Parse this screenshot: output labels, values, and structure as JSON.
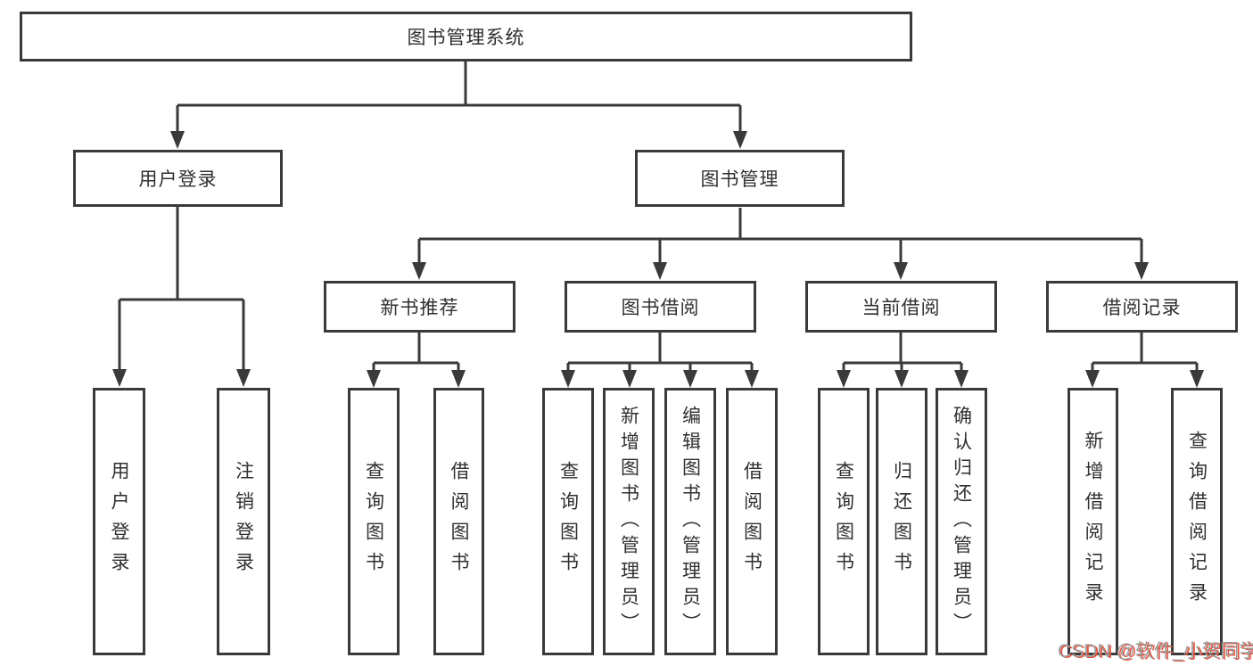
{
  "tree": {
    "label": "图书管理系统",
    "children": [
      {
        "label": "用户登录",
        "children": [
          {
            "label": "用户登录"
          },
          {
            "label": "注销登录"
          }
        ]
      },
      {
        "label": "图书管理",
        "children": [
          {
            "label": "新书推荐",
            "children": [
              {
                "label": "查询图书"
              },
              {
                "label": "借阅图书"
              }
            ]
          },
          {
            "label": "图书借阅",
            "children": [
              {
                "label": "查询图书"
              },
              {
                "label": "新增图书（管理员）"
              },
              {
                "label": "编辑图书（管理员）"
              },
              {
                "label": "借阅图书"
              }
            ]
          },
          {
            "label": "当前借阅",
            "children": [
              {
                "label": "查询图书"
              },
              {
                "label": "归还图书"
              },
              {
                "label": "确认归还（管理员）"
              }
            ]
          },
          {
            "label": "借阅记录",
            "children": [
              {
                "label": "新增借阅记录"
              },
              {
                "label": "查询借阅记录"
              }
            ]
          }
        ]
      }
    ]
  },
  "watermark": {
    "text": "CSDN @软件_小贺同学"
  },
  "colors": {
    "line": "#3a3a3a",
    "box_border": "#3a3a3a",
    "box_background": "#ffffff",
    "text": "#303030",
    "watermark_text": "#9b9b9b",
    "watermark_shadow": "#e8503a",
    "page_background": "#ffffff"
  }
}
